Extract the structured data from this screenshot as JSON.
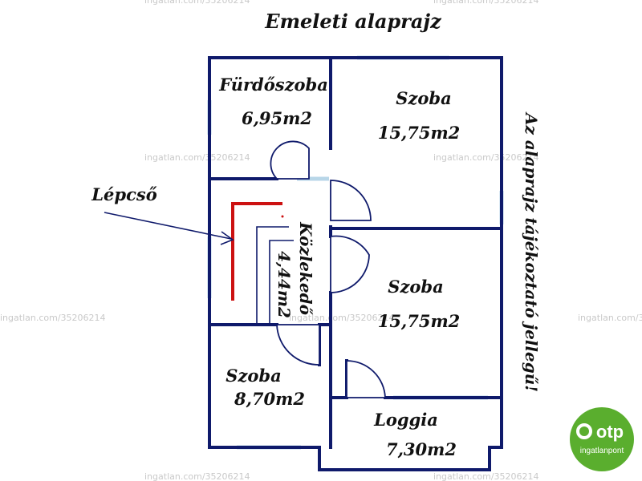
{
  "title": "Emeleti alaprajz",
  "side_note": "Az alaprajz tájékoztató jellegű!",
  "stair_label": "Lépcső",
  "rooms": [
    {
      "name": "Fürdőszoba",
      "area": "6,95m2"
    },
    {
      "name": "Szoba",
      "area": "15,75m2"
    },
    {
      "name": "Közlekedő",
      "area": "4,44m2"
    },
    {
      "name": "Szoba",
      "area": "15,75m2"
    },
    {
      "name": "Szoba",
      "area": "8,70m2"
    },
    {
      "name": "Loggia",
      "area": "7,30m2"
    }
  ],
  "watermark": "ingatlan.com/35206214",
  "logo": {
    "brand": "otp",
    "sub": "ingatlanpont",
    "color": "#5aae2e"
  },
  "colors": {
    "wall": "#0f1a6b",
    "window": "#b8d6e8",
    "stair": "#cc1111"
  }
}
